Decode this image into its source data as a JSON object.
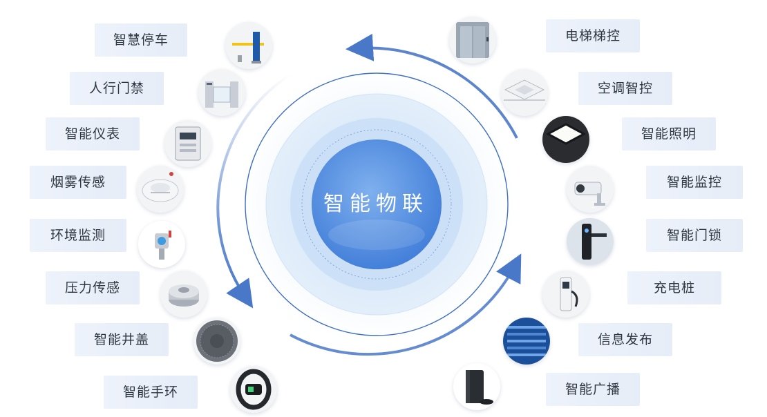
{
  "center": {
    "title": "智能物联"
  },
  "colors": {
    "accent": "#4a78c8",
    "label_bg": "#e9eff9",
    "text": "#2f3640"
  },
  "left_items": [
    {
      "label": "智慧停车",
      "icon": "parking-barrier-icon"
    },
    {
      "label": "人行门禁",
      "icon": "turnstile-gate-icon"
    },
    {
      "label": "智能仪表",
      "icon": "smart-meter-icon"
    },
    {
      "label": "烟雾传感",
      "icon": "smoke-detector-icon"
    },
    {
      "label": "环境监测",
      "icon": "gas-detector-icon"
    },
    {
      "label": "压力传感",
      "icon": "load-cell-icon"
    },
    {
      "label": "智能井盖",
      "icon": "manhole-cover-icon"
    },
    {
      "label": "智能手环",
      "icon": "smart-band-icon"
    }
  ],
  "right_items": [
    {
      "label": "电梯梯控",
      "icon": "elevator-icon"
    },
    {
      "label": "空调智控",
      "icon": "air-conditioner-icon"
    },
    {
      "label": "智能照明",
      "icon": "ceiling-light-icon"
    },
    {
      "label": "智能监控",
      "icon": "security-camera-icon"
    },
    {
      "label": "智能门锁",
      "icon": "door-lock-icon"
    },
    {
      "label": "充电桩",
      "icon": "charging-pile-icon"
    },
    {
      "label": "信息发布",
      "icon": "info-screen-icon"
    },
    {
      "label": "智能广播",
      "icon": "speaker-icon"
    }
  ]
}
